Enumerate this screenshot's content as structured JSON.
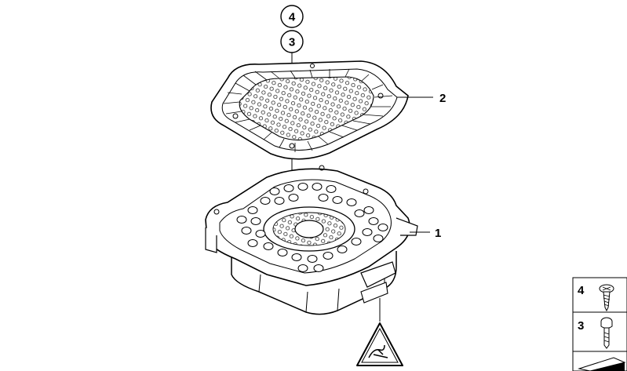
{
  "callouts": {
    "top_circle_a": "4",
    "top_circle_b": "3",
    "grille": "2",
    "speaker_housing": "1"
  },
  "hardware_key": {
    "items": [
      {
        "label": "4",
        "icon": "screw-icon"
      },
      {
        "label": "3",
        "icon": "bolt-icon"
      }
    ],
    "bottom_icon": "slanted-block-icon"
  },
  "warning_icon": "electrostatic-warning-icon"
}
